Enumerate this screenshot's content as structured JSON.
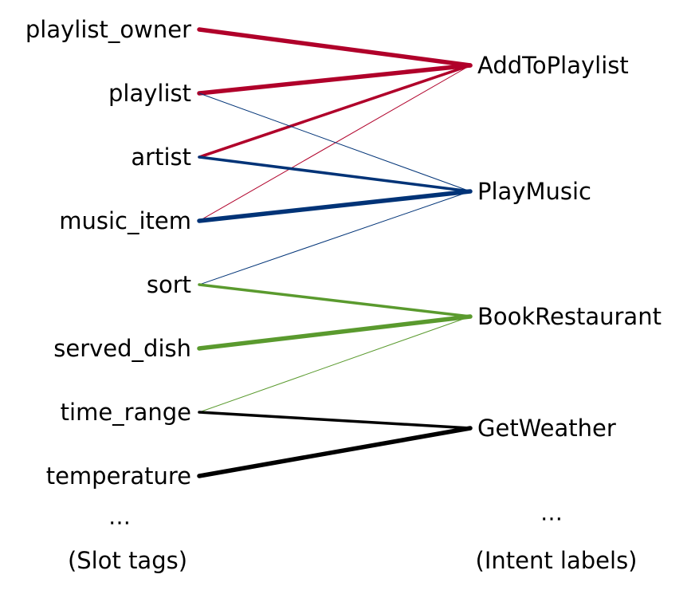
{
  "slots": [
    {
      "id": "playlist_owner",
      "label": "playlist_owner"
    },
    {
      "id": "playlist",
      "label": "playlist"
    },
    {
      "id": "artist",
      "label": "artist"
    },
    {
      "id": "music_item",
      "label": "music_item"
    },
    {
      "id": "sort",
      "label": "sort"
    },
    {
      "id": "served_dish",
      "label": "served_dish"
    },
    {
      "id": "time_range",
      "label": "time_range"
    },
    {
      "id": "temperature",
      "label": "temperature"
    }
  ],
  "intents": [
    {
      "id": "AddToPlaylist",
      "label": "AddToPlaylist",
      "color": "#b0002a"
    },
    {
      "id": "PlayMusic",
      "label": "PlayMusic",
      "color": "#003377"
    },
    {
      "id": "BookRestaurant",
      "label": "BookRestaurant",
      "color": "#5a9a2e"
    },
    {
      "id": "GetWeather",
      "label": "GetWeather",
      "color": "#000000"
    }
  ],
  "edges": [
    {
      "slot": "playlist_owner",
      "intent": "AddToPlaylist",
      "weight": "strong"
    },
    {
      "slot": "playlist",
      "intent": "AddToPlaylist",
      "weight": "strong"
    },
    {
      "slot": "artist",
      "intent": "AddToPlaylist",
      "weight": "medium"
    },
    {
      "slot": "music_item",
      "intent": "AddToPlaylist",
      "weight": "weak"
    },
    {
      "slot": "playlist",
      "intent": "PlayMusic",
      "weight": "weak"
    },
    {
      "slot": "artist",
      "intent": "PlayMusic",
      "weight": "medium"
    },
    {
      "slot": "music_item",
      "intent": "PlayMusic",
      "weight": "strong"
    },
    {
      "slot": "sort",
      "intent": "PlayMusic",
      "weight": "weak"
    },
    {
      "slot": "sort",
      "intent": "BookRestaurant",
      "weight": "medium"
    },
    {
      "slot": "served_dish",
      "intent": "BookRestaurant",
      "weight": "strong"
    },
    {
      "slot": "time_range",
      "intent": "BookRestaurant",
      "weight": "weak"
    },
    {
      "slot": "time_range",
      "intent": "GetWeather",
      "weight": "medium"
    },
    {
      "slot": "temperature",
      "intent": "GetWeather",
      "weight": "strong"
    }
  ],
  "slots_ellipsis": "…",
  "intents_ellipsis": "…",
  "slots_caption": "(Slot tags)",
  "intents_caption": "(Intent labels)"
}
